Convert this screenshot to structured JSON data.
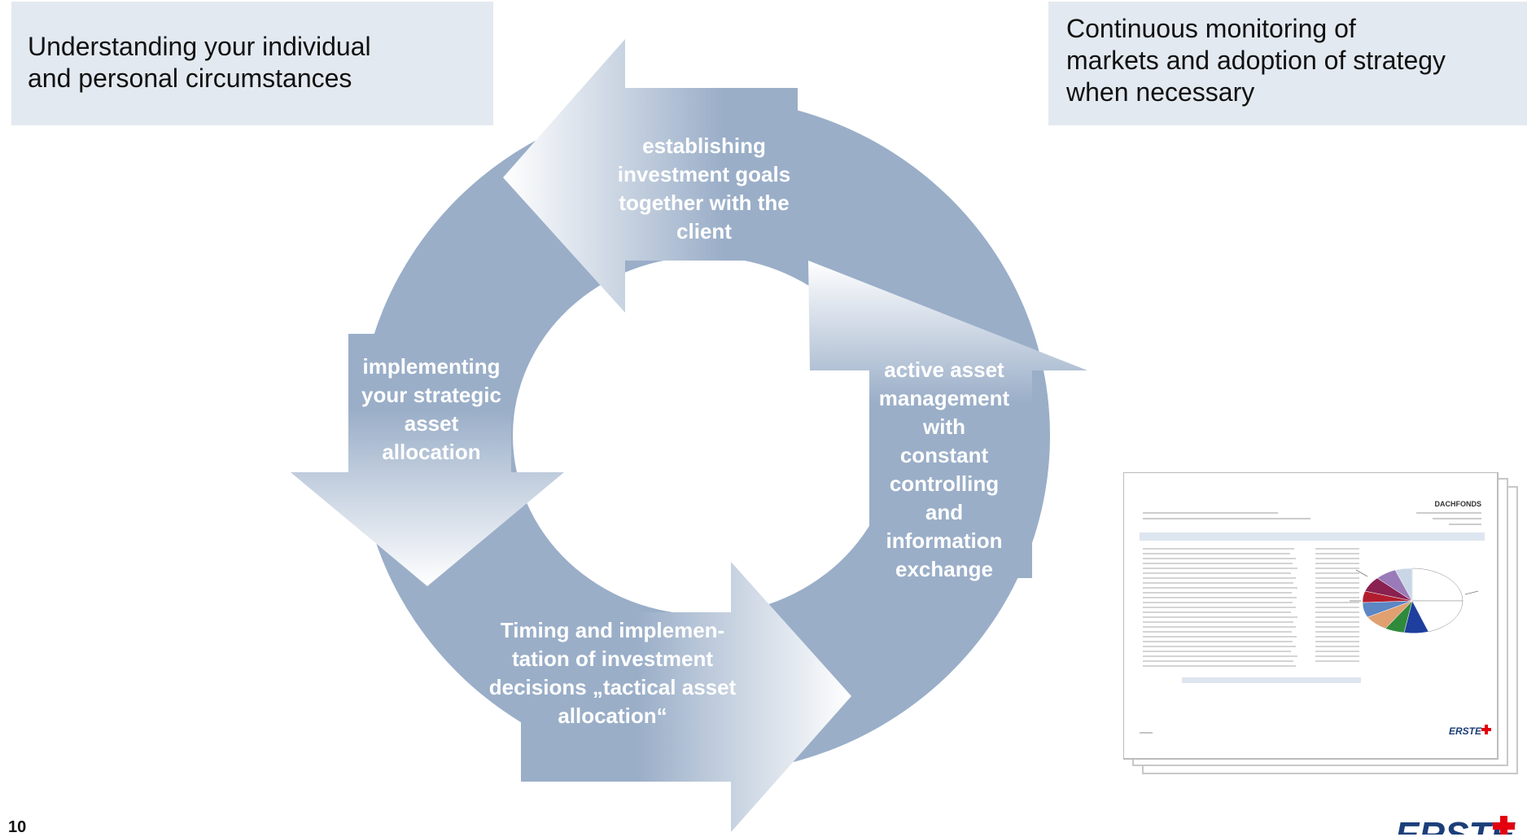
{
  "callouts": {
    "left": {
      "lines": [
        "Understanding your individual",
        "and personal circumstances"
      ]
    },
    "right": {
      "lines": [
        "Continuous monitoring of",
        "markets and adoption of strategy",
        "when necessary"
      ]
    }
  },
  "cycle_steps": {
    "top": {
      "lines": [
        "establishing",
        "investment goals",
        "together with the",
        "client"
      ]
    },
    "right": {
      "lines": [
        "active asset",
        "management",
        "with",
        "constant",
        "controlling",
        "and",
        "information",
        "exchange"
      ]
    },
    "bottom": {
      "lines": [
        "Timing and implemen-",
        "tation  of investment",
        "decisions „tactical asset",
        "allocation“"
      ]
    },
    "left": {
      "lines": [
        "implementing",
        "your strategic",
        "asset",
        "allocation"
      ]
    }
  },
  "report_thumbnail": {
    "header_title": "DACHFONDS",
    "footer_brand": "ERSTE"
  },
  "footer": {
    "page_number": "10",
    "brand_logo": "ERSTE"
  },
  "colors": {
    "cycle": "#9aaec8",
    "callout_bg": "#e3e9f0",
    "label_text": "#ffffff",
    "brand_red": "#e3000f",
    "brand_navy": "#1c3f7a"
  }
}
